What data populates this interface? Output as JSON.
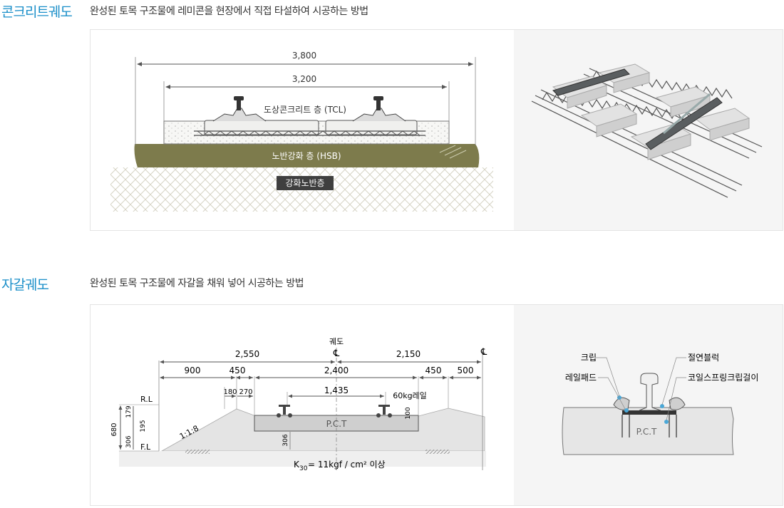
{
  "sections": [
    {
      "title": "콘크리트궤도",
      "desc": "완성된 토목 구조물에 레미콘을 현장에서 직접 타설하여 시공하는 방법",
      "diagram": {
        "dim_outer": "3,800",
        "dim_inner": "3,200",
        "tcl_label": "도상콘크리트 층 (TCL)",
        "hsb_label": "노반강화 층 (HSB)",
        "base_label": "강화노반층"
      }
    },
    {
      "title": "자갈궤도",
      "desc": "완성된 토목 구조물에 자갈을 채워 넣어 시공하는 방법",
      "diagram": {
        "track_label": "궤도",
        "cl_symbol": "℄",
        "dim_2550": "2,550",
        "dim_2150": "2,150",
        "dim_900": "900",
        "dim_450a": "450",
        "dim_2400": "2,400",
        "dim_450b": "450",
        "dim_500": "500",
        "dim_180": "180",
        "dim_270": "270",
        "dim_1435": "1,435",
        "rail_label": "60kg레일",
        "rl_label": "R.L",
        "fl_label": "F.L",
        "dim_680": "680",
        "dim_179": "179",
        "dim_195": "195",
        "dim_306a": "306",
        "dim_306b": "306",
        "dim_100": "100",
        "slope": "1:1:8",
        "pct": "P.C.T",
        "k_main": "K",
        "k_sub": "30",
        "k_rest": "= 11kgf / cm² 이상"
      },
      "detail": {
        "clip": "크립",
        "pad": "레일패드",
        "block": "절연블럭",
        "coil": "코일스프링크립걸이",
        "pct": "P.C.T"
      }
    }
  ]
}
